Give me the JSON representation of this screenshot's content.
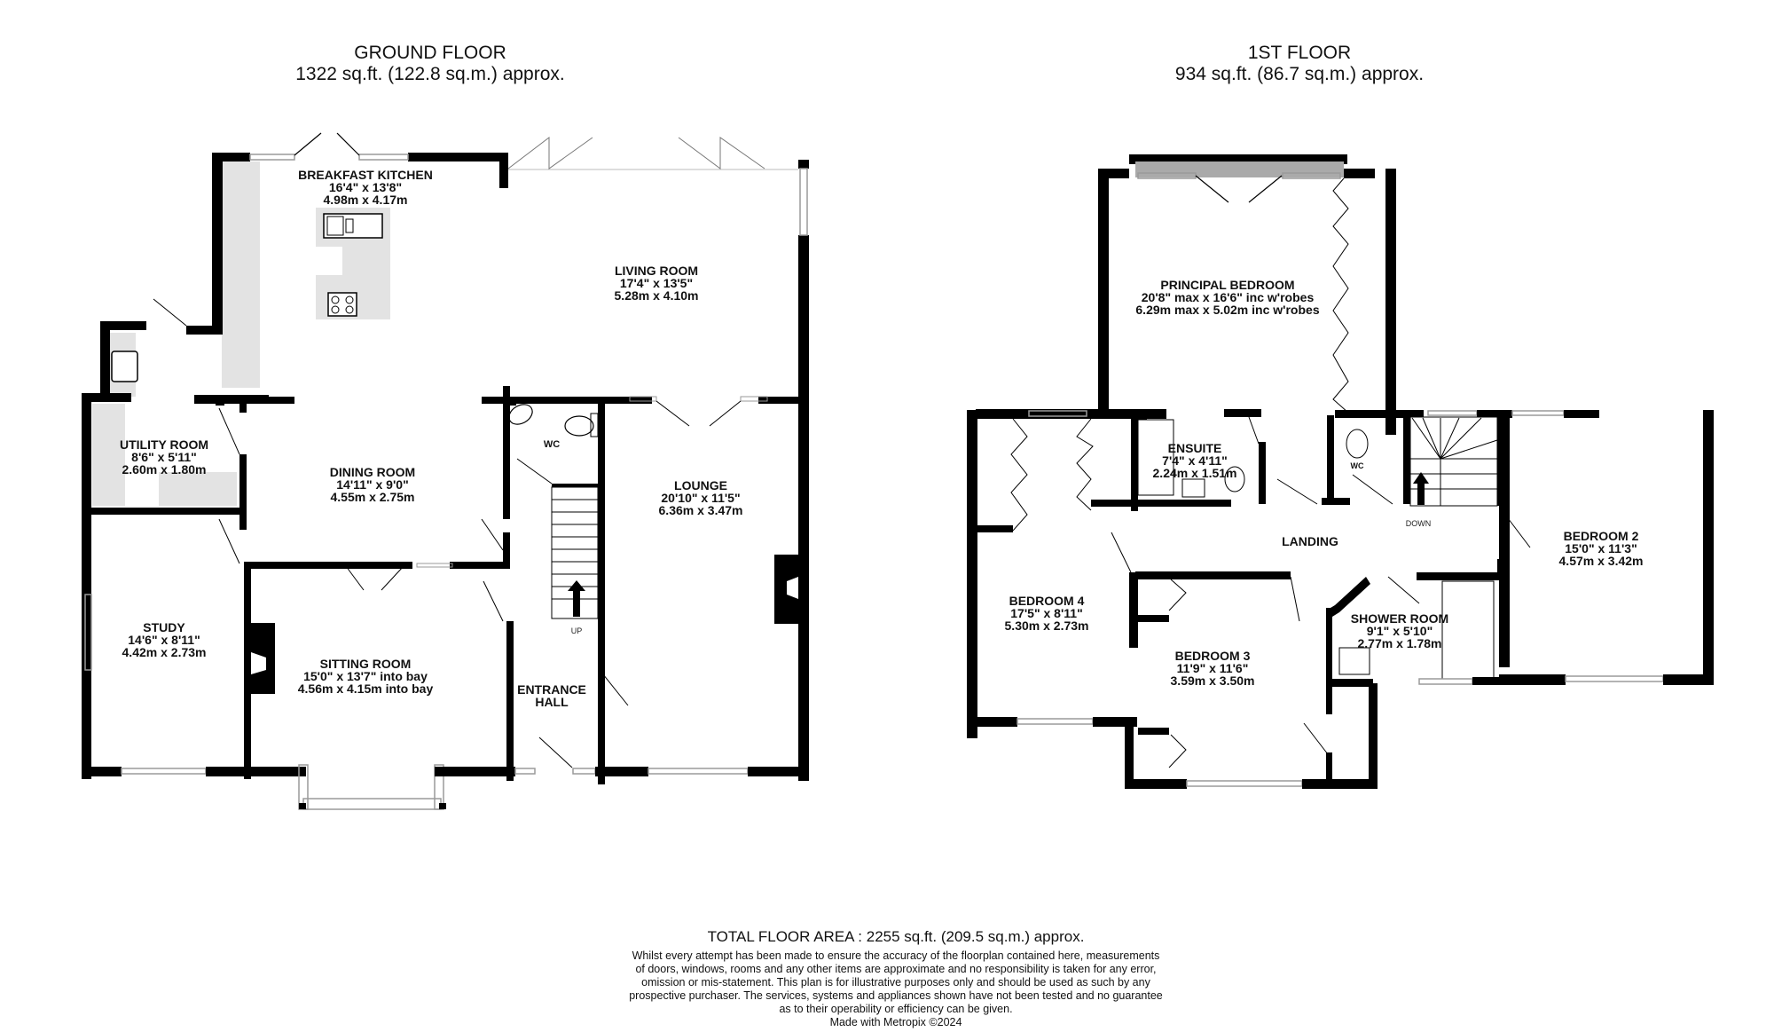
{
  "ground_floor": {
    "title": "GROUND FLOOR",
    "area": "1322 sq.ft. (122.8 sq.m.) approx.",
    "rooms": [
      {
        "name": "BREAKFAST KITCHEN",
        "imperial": "16'4\"  x 13'8\"",
        "metric": "4.98m  x 4.17m"
      },
      {
        "name": "LIVING ROOM",
        "imperial": "17'4\"  x 13'5\"",
        "metric": "5.28m  x 4.10m"
      },
      {
        "name": "UTILITY ROOM",
        "imperial": "8'6\"  x 5'11\"",
        "metric": "2.60m  x 1.80m"
      },
      {
        "name": "DINING ROOM",
        "imperial": "14'11\"  x 9'0\"",
        "metric": "4.55m  x 2.75m"
      },
      {
        "name": "LOUNGE",
        "imperial": "20'10\"  x 11'5\"",
        "metric": "6.36m  x 3.47m"
      },
      {
        "name": "STUDY",
        "imperial": "14'6\"  x 8'11\"",
        "metric": "4.42m  x 2.73m"
      },
      {
        "name": "SITTING ROOM",
        "imperial": "15'0\"  x 13'7\" into bay",
        "metric": "4.56m  x 4.15m into bay"
      },
      {
        "name": "ENTRANCE",
        "imperial": "HALL",
        "metric": ""
      }
    ],
    "wc_label": "WC",
    "stairs_label": "UP"
  },
  "first_floor": {
    "title": "1ST FLOOR",
    "area": "934 sq.ft. (86.7 sq.m.) approx.",
    "rooms": [
      {
        "name": "PRINCIPAL BEDROOM",
        "imperial": "20'8\" max x 16'6\" inc w'robes",
        "metric": "6.29m max x 5.02m inc w'robes"
      },
      {
        "name": "ENSUITE",
        "imperial": "7'4\"  x 4'11\"",
        "metric": "2.24m  x 1.51m"
      },
      {
        "name": "BEDROOM 4",
        "imperial": "17'5\"  x 8'11\"",
        "metric": "5.30m  x 2.73m"
      },
      {
        "name": "BEDROOM 3",
        "imperial": "11'9\"  x 11'6\"",
        "metric": "3.59m  x 3.50m"
      },
      {
        "name": "SHOWER ROOM",
        "imperial": "9'1\"  x 5'10\"",
        "metric": "2.77m  x 1.78m"
      },
      {
        "name": "BEDROOM 2",
        "imperial": "15'0\"  x 11'3\"",
        "metric": "4.57m  x 3.42m"
      }
    ],
    "landing_label": "LANDING",
    "wc_label": "WC",
    "stairs_label": "DOWN"
  },
  "footer": {
    "total": "TOTAL FLOOR AREA : 2255 sq.ft. (209.5 sq.m.) approx.",
    "disclaimer_lines": [
      "Whilst every attempt has been made to ensure the accuracy of the floorplan contained here, measurements",
      "of doors, windows, rooms and any other items are approximate and no responsibility is taken for any error,",
      "omission or mis-statement. This plan is for illustrative purposes only and should be used as such by any",
      "prospective purchaser. The services, systems and appliances shown have not been tested and no guarantee",
      "as to their operability or efficiency can be given."
    ],
    "credit": "Made with Metropix ©2024"
  },
  "colors": {
    "wall": "#000000",
    "fitted_units": "#e3e3e3",
    "window": "#9a9a9a"
  }
}
